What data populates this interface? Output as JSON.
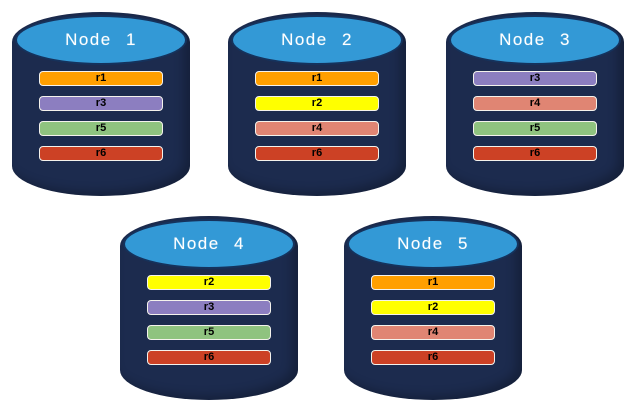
{
  "diagram": {
    "description": "Five database nodes shown as cylinders, each containing a set of replica bars"
  },
  "colors": {
    "background": "#ffffff",
    "cylinder_body": "#1c2b4e",
    "cylinder_top": "#3399d6",
    "cylinder_top_border": "#15325c",
    "bar_border": "#f4f2ec",
    "title_text": "#ffffff",
    "bar_text": "#000000",
    "replica_colors": {
      "r1": "#ff9f00",
      "r2": "#ffff00",
      "r3": "#8c7ec0",
      "r4": "#e08573",
      "r5": "#8fc37f",
      "r6": "#cc4125"
    }
  },
  "nodes": [
    {
      "title": "Node 1",
      "replicas": [
        {
          "label": "r1",
          "color": "#ff9f00"
        },
        {
          "label": "r3",
          "color": "#8c7ec0"
        },
        {
          "label": "r5",
          "color": "#8fc37f"
        },
        {
          "label": "r6",
          "color": "#cc4125"
        }
      ]
    },
    {
      "title": "Node 2",
      "replicas": [
        {
          "label": "r1",
          "color": "#ff9f00"
        },
        {
          "label": "r2",
          "color": "#ffff00"
        },
        {
          "label": "r4",
          "color": "#e08573"
        },
        {
          "label": "r6",
          "color": "#cc4125"
        }
      ]
    },
    {
      "title": "Node 3",
      "replicas": [
        {
          "label": "r3",
          "color": "#8c7ec0"
        },
        {
          "label": "r4",
          "color": "#e08573"
        },
        {
          "label": "r5",
          "color": "#8fc37f"
        },
        {
          "label": "r6",
          "color": "#cc4125"
        }
      ]
    },
    {
      "title": "Node 4",
      "replicas": [
        {
          "label": "r2",
          "color": "#ffff00"
        },
        {
          "label": "r3",
          "color": "#8c7ec0"
        },
        {
          "label": "r5",
          "color": "#8fc37f"
        },
        {
          "label": "r6",
          "color": "#cc4125"
        }
      ]
    },
    {
      "title": "Node 5",
      "replicas": [
        {
          "label": "r1",
          "color": "#ff9f00"
        },
        {
          "label": "r2",
          "color": "#ffff00"
        },
        {
          "label": "r4",
          "color": "#e08573"
        },
        {
          "label": "r6",
          "color": "#cc4125"
        }
      ]
    }
  ]
}
